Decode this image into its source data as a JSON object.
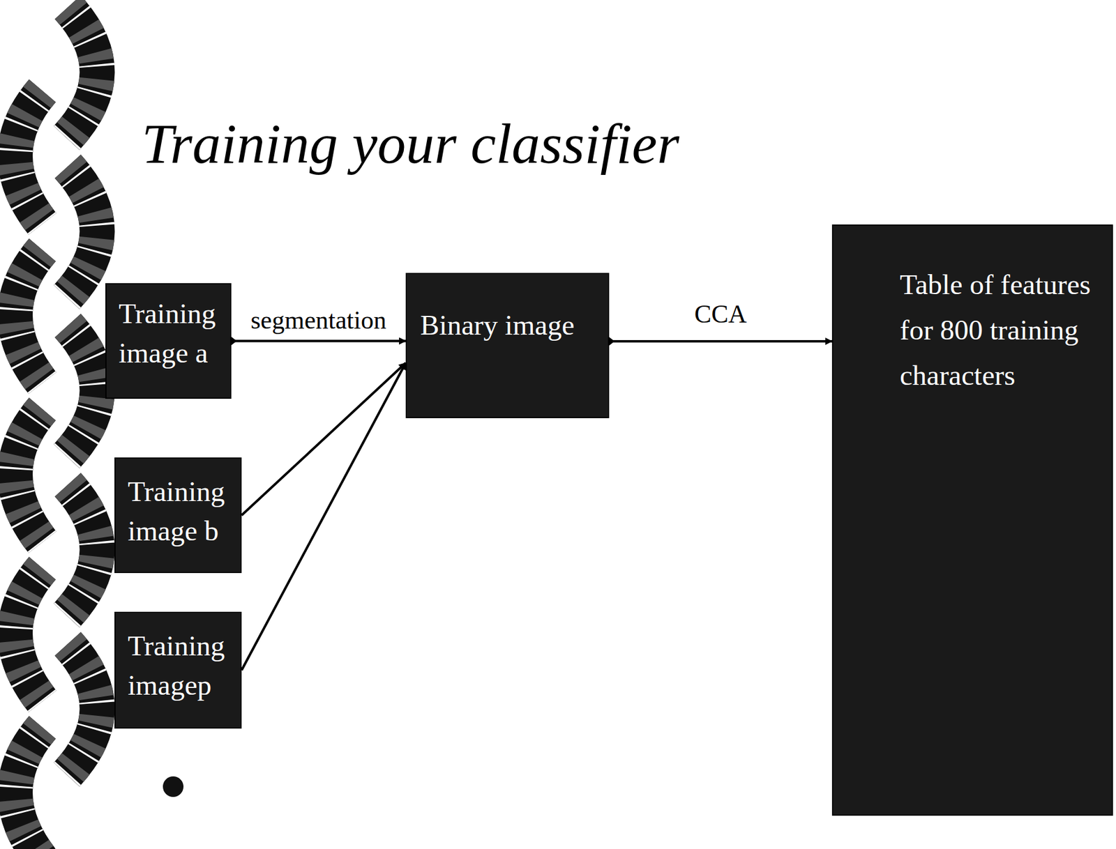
{
  "diagram": {
    "title": "Training your classifier",
    "nodes": [
      {
        "text": [
          "Training image a"
        ]
      },
      {
        "text": [
          "Binary image"
        ]
      },
      {
        "text": [
          "Table of features for 800 training characters"
        ]
      },
      {
        "text": [
          "Training image b"
        ]
      },
      {
        "text": [
          "Training imagep"
        ]
      }
    ],
    "edges": [
      {
        "from": 0,
        "to": 1,
        "label": "segmentation",
        "arrow": "to"
      },
      {
        "from": 1,
        "to": 2,
        "label": "CCA",
        "arrow": "to"
      },
      {
        "from": 3,
        "to": 1,
        "arrow": "to"
      },
      {
        "from": 4,
        "to": 1,
        "arrow": "to"
      }
    ]
  }
}
